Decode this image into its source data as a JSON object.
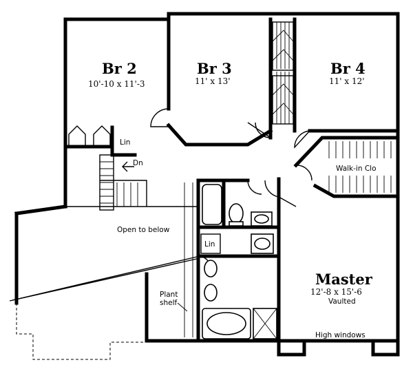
{
  "rooms": {
    "br2": {
      "name": "Br 2",
      "dims": "10'-10 x 11'-3"
    },
    "br3": {
      "name": "Br 3",
      "dims": "11' x 13'"
    },
    "br4": {
      "name": "Br 4",
      "dims": "11' x 12'"
    },
    "master": {
      "name": "Master",
      "dims": "12'-8 x 15'-6",
      "note": "Vaulted"
    }
  },
  "labels": {
    "lin_upper": "Lin",
    "lin_lower": "Lin",
    "stair_dn": "Dn",
    "walk_in_closet": "Walk-in Clo",
    "open_to_below": "Open to below",
    "plant_shelf_line1": "Plant",
    "plant_shelf_line2": "shelf",
    "high_windows": "High windows"
  }
}
